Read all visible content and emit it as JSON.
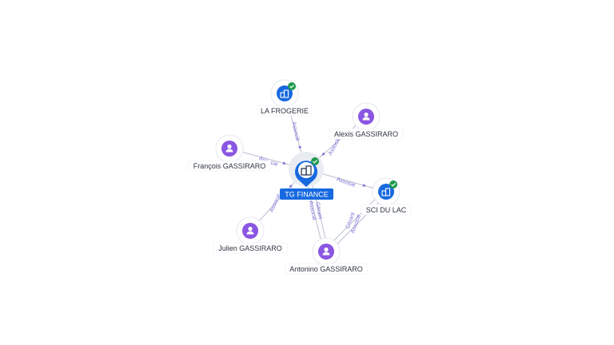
{
  "center": {
    "label": "TG FINANCE",
    "icon": "company-icon",
    "verified": true
  },
  "nodes": [
    {
      "id": "la-frogerie",
      "label": "LA FROGERIE",
      "type": "company",
      "verified": true
    },
    {
      "id": "alexis",
      "label": "Alexis GASSIRARO",
      "type": "person"
    },
    {
      "id": "francois",
      "label": "François GASSIRARO",
      "type": "person"
    },
    {
      "id": "sci-du-lac",
      "label": "SCI DU LAC",
      "type": "company",
      "verified": true
    },
    {
      "id": "julien",
      "label": "Julien GASSIRARO",
      "type": "person"
    },
    {
      "id": "antonino",
      "label": "Antonino GASSIRARO",
      "type": "person"
    }
  ],
  "edges": [
    {
      "from": "la-frogerie",
      "to": "center",
      "label": "Associé"
    },
    {
      "from": "alexis",
      "to": "center",
      "label": "Associé"
    },
    {
      "from": "francois",
      "to": "center",
      "label": "Associé"
    },
    {
      "from": "center",
      "to": "sci-du-lac",
      "label": "Associé"
    },
    {
      "from": "julien",
      "to": "center",
      "label": "Associé"
    },
    {
      "from": "antonino",
      "to": "center",
      "label": "Gérant"
    },
    {
      "from": "antonino",
      "to": "center",
      "label": "Associé"
    },
    {
      "from": "antonino",
      "to": "sci-du-lac",
      "label": "Gérant"
    },
    {
      "from": "antonino",
      "to": "sci-du-lac",
      "label": "Associé"
    }
  ],
  "colors": {
    "person": "#8a56e2",
    "company": "#1769e0",
    "verified": "#1f9a4e",
    "edge_label": "#7b6fd6"
  }
}
